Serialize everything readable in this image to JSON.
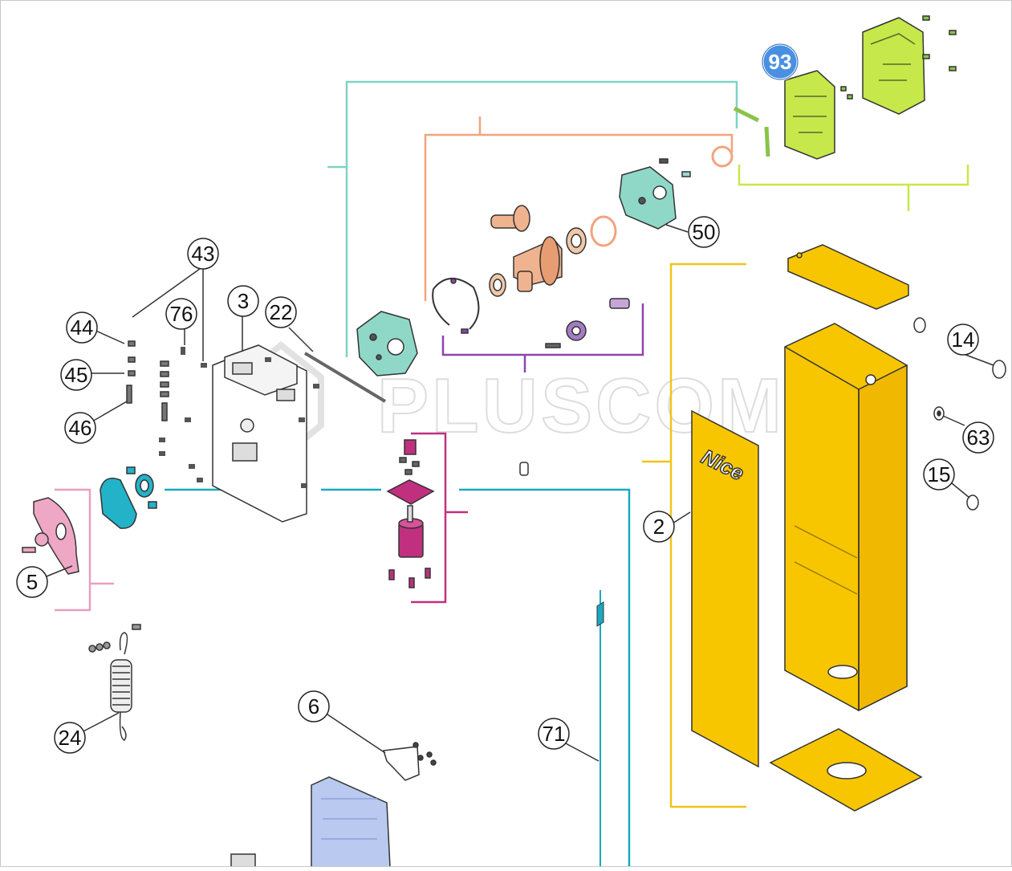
{
  "watermark": "PLUSCOM",
  "brand_label": "Nice",
  "badge": {
    "label": "93",
    "color": "#4a90e2"
  },
  "callouts": [
    {
      "id": "43",
      "label": "43"
    },
    {
      "id": "44",
      "label": "44"
    },
    {
      "id": "45",
      "label": "45"
    },
    {
      "id": "46",
      "label": "46"
    },
    {
      "id": "76",
      "label": "76"
    },
    {
      "id": "3",
      "label": "3"
    },
    {
      "id": "22",
      "label": "22"
    },
    {
      "id": "5",
      "label": "5"
    },
    {
      "id": "24",
      "label": "24"
    },
    {
      "id": "6",
      "label": "6"
    },
    {
      "id": "71",
      "label": "71"
    },
    {
      "id": "50",
      "label": "50"
    },
    {
      "id": "2",
      "label": "2"
    },
    {
      "id": "14",
      "label": "14"
    },
    {
      "id": "63",
      "label": "63"
    },
    {
      "id": "15",
      "label": "15"
    }
  ],
  "colors": {
    "lime": "#c6e84a",
    "teal": "#7fd3c4",
    "salmon": "#f2a47e",
    "purple": "#8e44ad",
    "magenta": "#c0307f",
    "cyan": "#1aa9c0",
    "pink": "#e8a0c0",
    "yellow": "#f7c600",
    "blue": "#b9c9ef"
  }
}
